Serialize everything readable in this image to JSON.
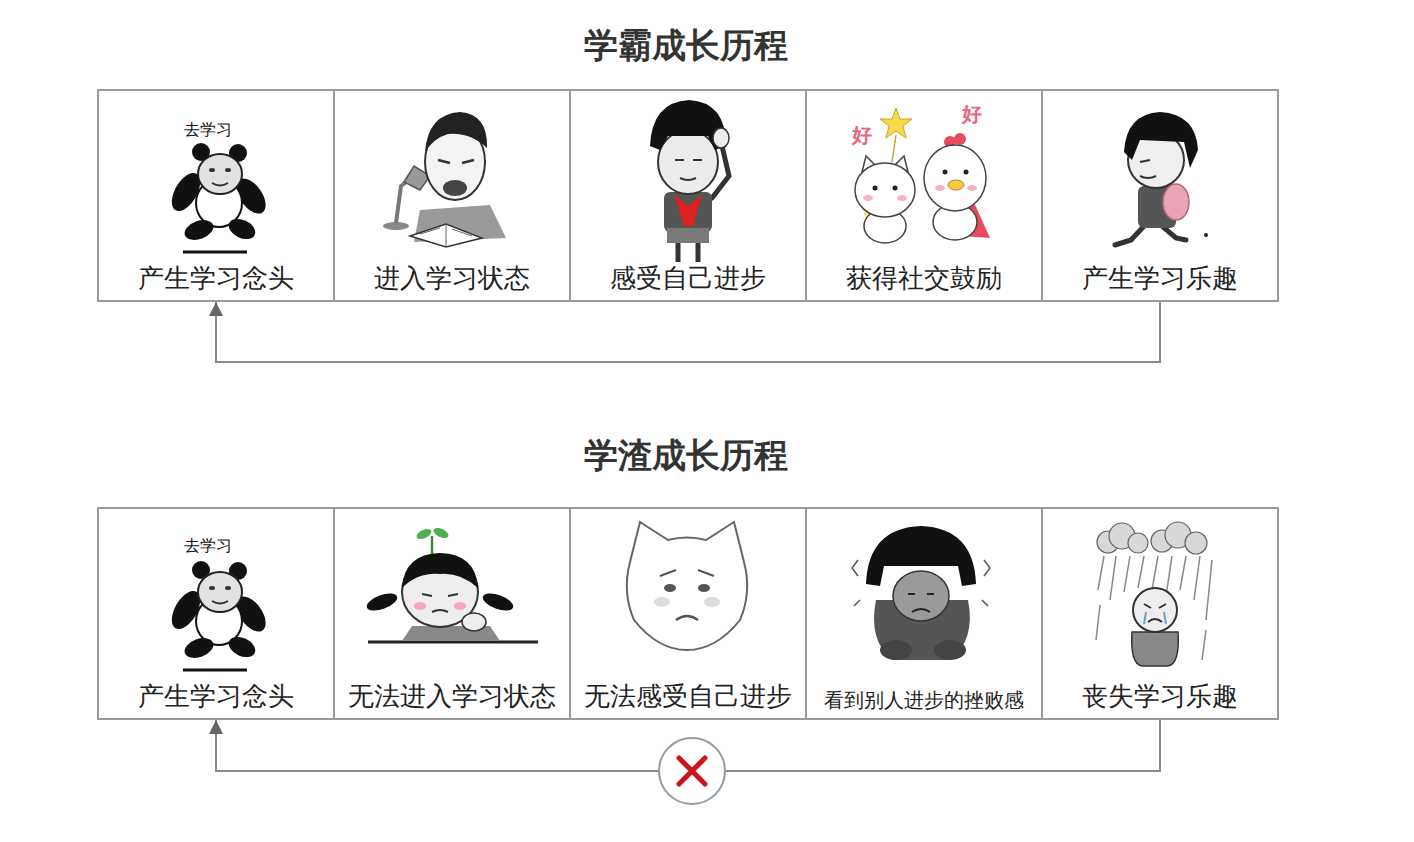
{
  "diagram": {
    "title": "学霸成长历程",
    "nodes": [
      {
        "text": [
          "产生学习念头"
        ]
      },
      {
        "text": [
          "进入学习状态"
        ]
      },
      {
        "text": [
          "感受自己进步"
        ]
      },
      {
        "text": [
          "获得社交鼓励"
        ]
      },
      {
        "text": [
          "产生学习乐趣"
        ]
      },
      {
        "text": [
          "产生学习念头"
        ]
      },
      {
        "text": [
          "无法进入学习状态"
        ]
      },
      {
        "text": [
          "无法感受自己进步"
        ]
      },
      {
        "text": [
          "看到别人进步的挫败感"
        ]
      },
      {
        "text": [
          "丧失学习乐趣"
        ]
      }
    ],
    "edges": [
      {
        "from": 4,
        "to": 0,
        "arrow": "to"
      },
      {
        "from": 9,
        "to": 5,
        "arrow": "to"
      }
    ],
    "labels": [
      "去学习",
      "好",
      "好",
      "学渣成长历程",
      "去学习"
    ]
  }
}
